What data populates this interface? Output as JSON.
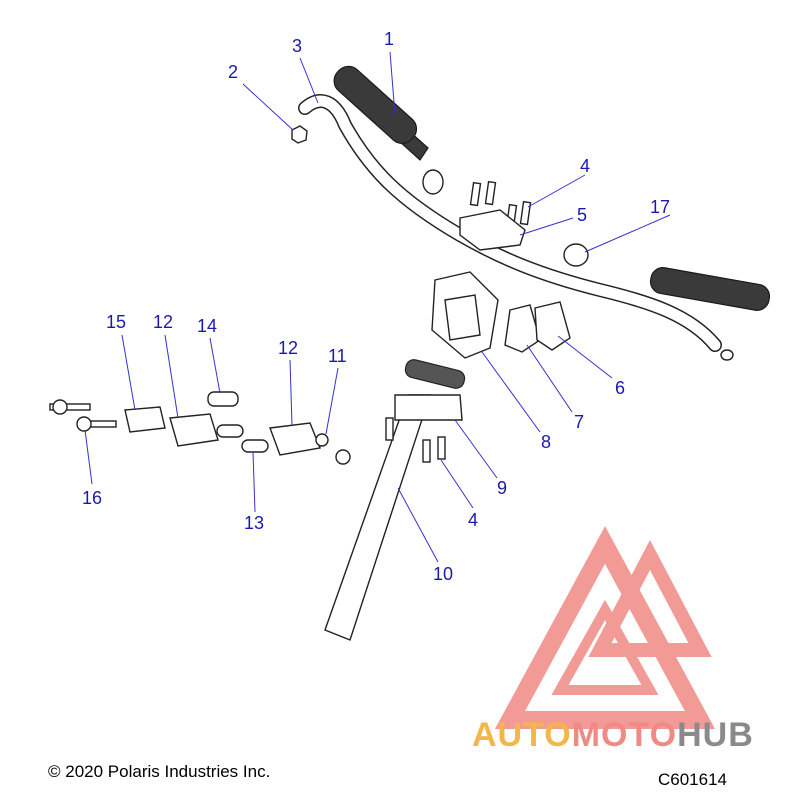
{
  "callouts": [
    {
      "id": "c1",
      "text": "1"
    },
    {
      "id": "c2",
      "text": "2"
    },
    {
      "id": "c3",
      "text": "3"
    },
    {
      "id": "c4a",
      "text": "4"
    },
    {
      "id": "c5",
      "text": "5"
    },
    {
      "id": "c17",
      "text": "17"
    },
    {
      "id": "c15",
      "text": "15"
    },
    {
      "id": "c12a",
      "text": "12"
    },
    {
      "id": "c14",
      "text": "14"
    },
    {
      "id": "c12b",
      "text": "12"
    },
    {
      "id": "c11",
      "text": "11"
    },
    {
      "id": "c6",
      "text": "6"
    },
    {
      "id": "c7",
      "text": "7"
    },
    {
      "id": "c8",
      "text": "8"
    },
    {
      "id": "c9",
      "text": "9"
    },
    {
      "id": "c4b",
      "text": "4"
    },
    {
      "id": "c16",
      "text": "16"
    },
    {
      "id": "c13",
      "text": "13"
    },
    {
      "id": "c10",
      "text": "10"
    }
  ],
  "footer": {
    "copyright": "© 2020 Polaris Industries Inc.",
    "diagram_id": "C601614"
  },
  "watermark": {
    "part1": "AUTO",
    "part2": "MOTO",
    "part3": "HUB",
    "color_auto": "#f4b64a",
    "color_moto": "#f08a84",
    "color_hub": "#8a8a8a"
  }
}
